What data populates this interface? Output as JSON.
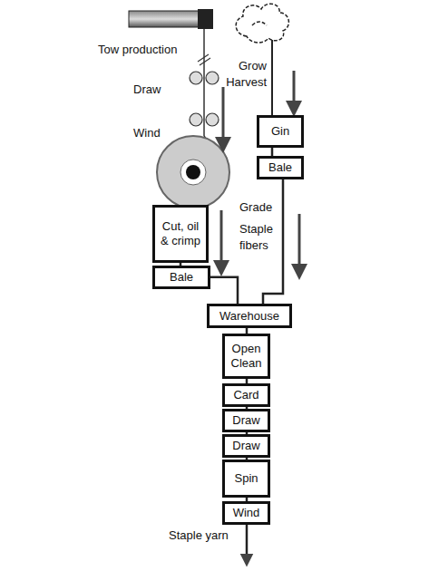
{
  "diagram": {
    "nodes": [
      {
        "text": [
          "Gin"
        ]
      },
      {
        "text": [
          "Bale"
        ]
      },
      {
        "text": [
          "Cut, oil & crimp"
        ]
      },
      {
        "text": [
          "Bale"
        ]
      },
      {
        "text": [
          "Warehouse"
        ]
      },
      {
        "text": [
          "Open Clean"
        ]
      },
      {
        "text": [
          "Card"
        ]
      },
      {
        "text": [
          "Draw"
        ]
      },
      {
        "text": [
          "Draw"
        ]
      },
      {
        "text": [
          "Spin"
        ]
      },
      {
        "text": [
          "Wind"
        ]
      }
    ],
    "edges": [
      {
        "from": 0,
        "to": 1,
        "arrow": "none"
      },
      {
        "from": 2,
        "to": 3,
        "arrow": "none"
      },
      {
        "from": 1,
        "to": 4,
        "arrow": "none"
      },
      {
        "from": 3,
        "to": 4,
        "arrow": "none"
      },
      {
        "from": 4,
        "to": 5,
        "arrow": "none"
      },
      {
        "from": 5,
        "to": 6,
        "arrow": "none"
      },
      {
        "from": 6,
        "to": 7,
        "arrow": "none"
      },
      {
        "from": 7,
        "to": 8,
        "arrow": "none"
      },
      {
        "from": 8,
        "to": 9,
        "arrow": "none"
      },
      {
        "from": 9,
        "to": 10,
        "arrow": "none"
      }
    ],
    "labels": [
      "Tow production",
      "Draw",
      "Wind",
      "Grow Harvest",
      "Grade",
      "Staple fibers",
      "Staple yarn"
    ]
  }
}
